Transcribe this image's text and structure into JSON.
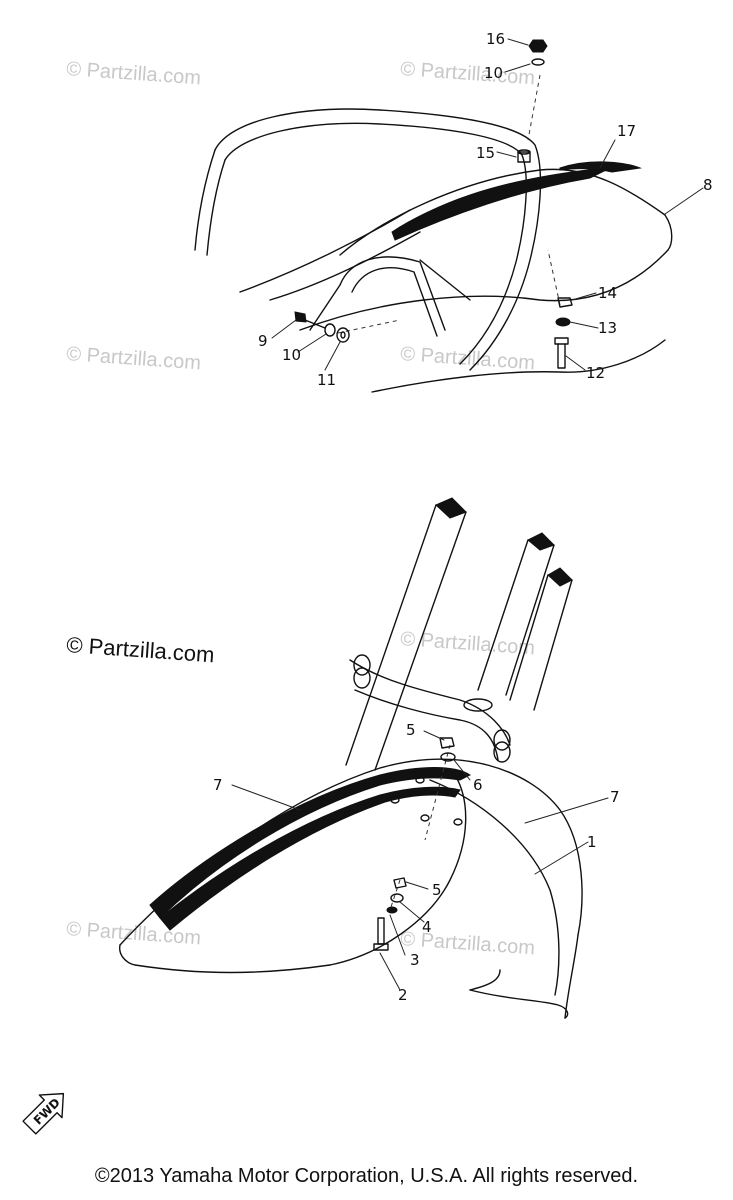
{
  "watermark": "© Partzilla.com",
  "fwd_label": "FWD",
  "copyright": "©2013  Yamaha Motor Corporation, U.S.A. All rights reserved.",
  "callouts": {
    "p16": "16",
    "p10a": "10",
    "p15": "15",
    "p17": "17",
    "p8": "8",
    "p14": "14",
    "p9": "9",
    "p10b": "10",
    "p11": "11",
    "p13": "13",
    "p12": "12",
    "p5a": "5",
    "p6": "6",
    "p7a": "7",
    "p7b": "7",
    "p1": "1",
    "p5b": "5",
    "p4": "4",
    "p3": "3",
    "p2": "2"
  }
}
